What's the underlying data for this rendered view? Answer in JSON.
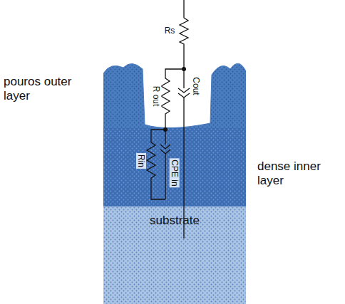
{
  "diagram": {
    "nodes": [
      {
        "text": [
          "pouros outer layer"
        ]
      },
      {
        "text": [
          "dense inner layer"
        ]
      },
      {
        "text": [
          "substrate"
        ]
      }
    ],
    "labels": [
      "Rs",
      "R out",
      "Cout",
      "CPE in",
      "Rin"
    ]
  }
}
